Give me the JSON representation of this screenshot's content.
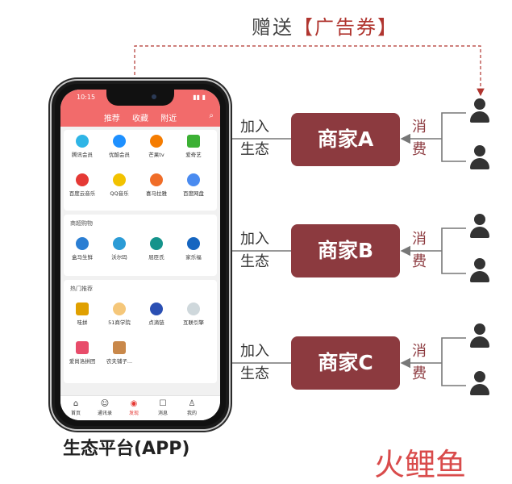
{
  "gift": {
    "prefix": "赠送",
    "bracket_open": "【",
    "text": "广告券",
    "bracket_close": "】"
  },
  "phone": {
    "status_time": "10:15",
    "status_right": "",
    "tabs": [
      "推荐",
      "收藏",
      "附近"
    ],
    "section1_apps": [
      "腾讯会员",
      "优酷会员",
      "芒果tv",
      "爱奇艺",
      "百度云音乐",
      "QQ音乐",
      "喜马拉雅",
      "百度网盘"
    ],
    "section2_title": "商超购物",
    "section2_apps": [
      "盒马生鲜",
      "沃尔玛",
      "屈臣氏",
      "家乐福"
    ],
    "section3_title": "热门推荐",
    "section3_apps": [
      "哇拼",
      "51商学院",
      "点滴链",
      "互联引擎",
      "爱尚洛拼团",
      "农夫铺子..."
    ],
    "nav": [
      "首页",
      "通讯录",
      "发现",
      "消息",
      "我的"
    ]
  },
  "platform_label": "生态平台(APP)",
  "merchants": [
    {
      "name": "商家A",
      "join_line1": "加入",
      "join_line2": "生态",
      "spend_line1": "消",
      "spend_line2": "费"
    },
    {
      "name": "商家B",
      "join_line1": "加入",
      "join_line2": "生态",
      "spend_line1": "消",
      "spend_line2": "费"
    },
    {
      "name": "商家C",
      "join_line1": "加入",
      "join_line2": "生态",
      "spend_line1": "消",
      "spend_line2": "费"
    }
  ],
  "watermark": "火鲤鱼",
  "colors": {
    "merchant": "#8c3a3f",
    "app_header": "#f26b6b",
    "arrow": "#777777",
    "dashed": "#b0352f"
  },
  "icons": [
    "person-icon",
    "search-icon",
    "home-icon",
    "contacts-icon",
    "discover-icon",
    "message-icon",
    "profile-icon"
  ]
}
